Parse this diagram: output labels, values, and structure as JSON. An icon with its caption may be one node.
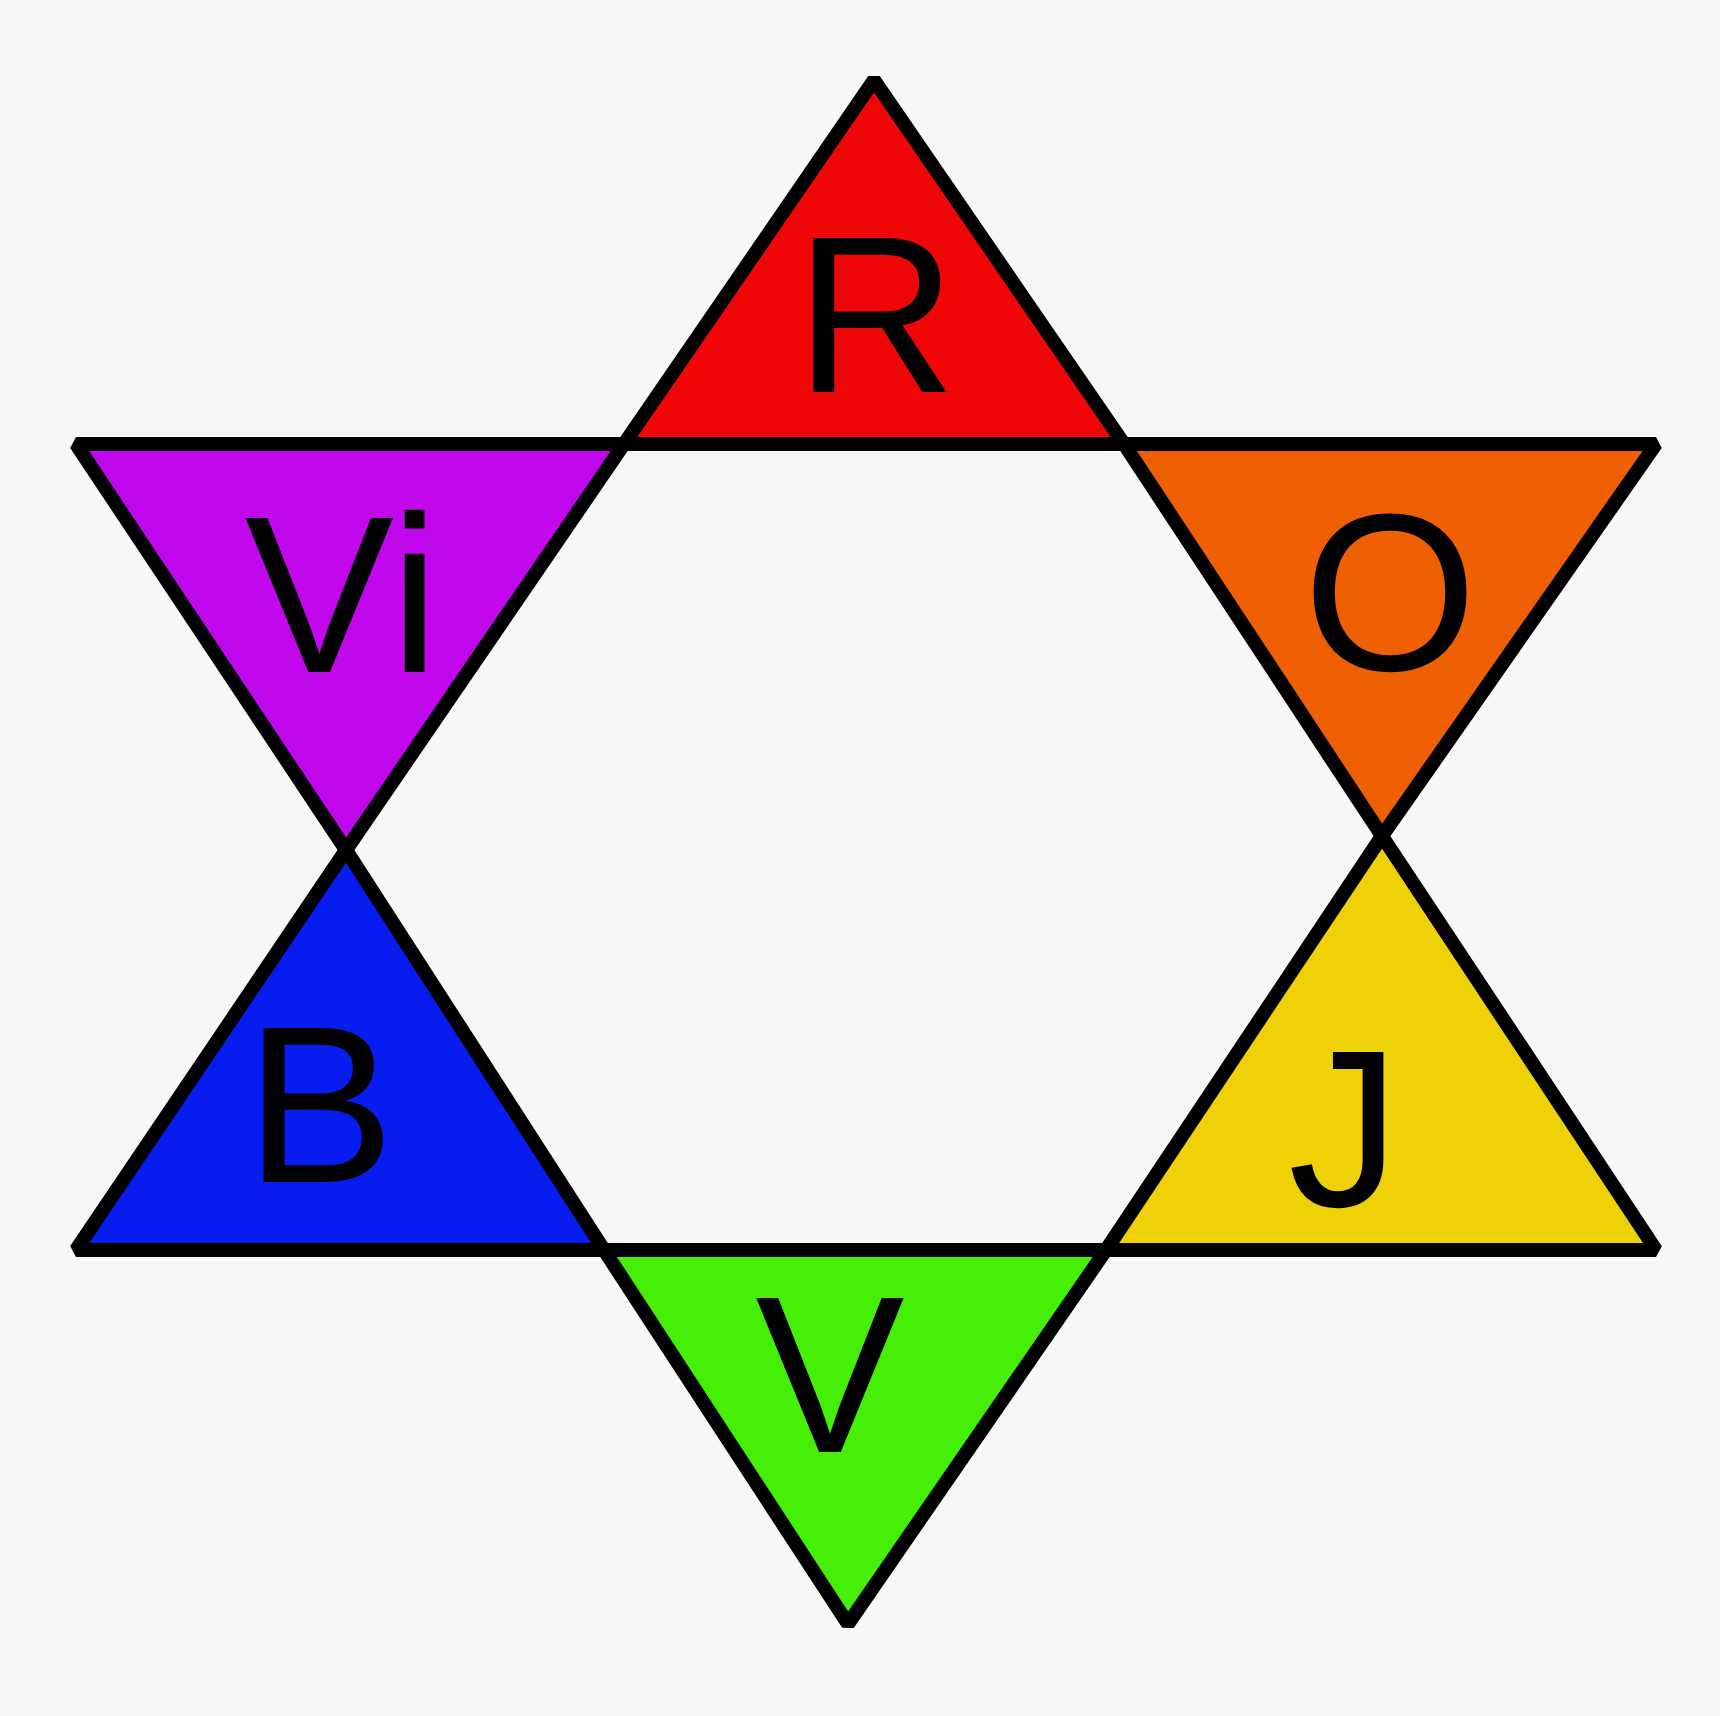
{
  "diagram": {
    "nodes": [
      {
        "text": [
          "R"
        ]
      },
      {
        "text": [
          "Vi"
        ]
      },
      {
        "text": [
          "O"
        ]
      },
      {
        "text": [
          "B"
        ]
      },
      {
        "text": [
          "J"
        ]
      },
      {
        "text": [
          "V"
        ]
      }
    ]
  }
}
